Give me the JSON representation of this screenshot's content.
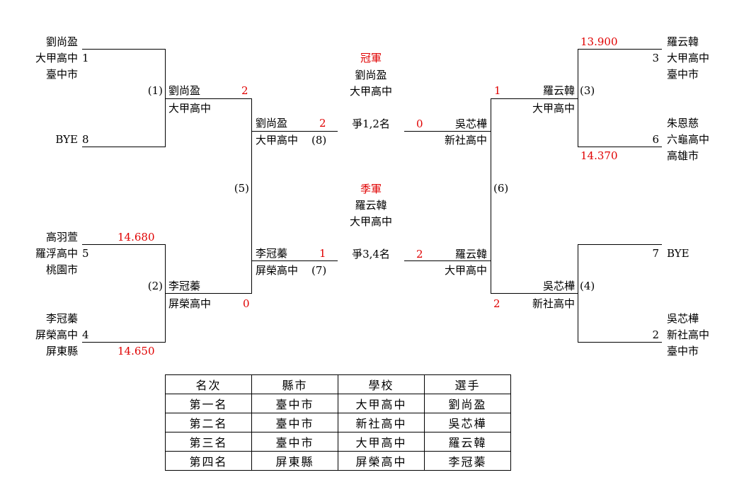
{
  "players": {
    "p1": {
      "name": "劉尚盈",
      "school": "大甲高中",
      "seed": "1",
      "city": "臺中市"
    },
    "p8": {
      "name": "BYE",
      "seed": "8"
    },
    "p5": {
      "name": "高羽萱",
      "school": "羅浮高中",
      "seed": "5",
      "city": "桃園市",
      "score": "14.680"
    },
    "p4": {
      "name": "李冠蓁",
      "school": "屏榮高中",
      "seed": "4",
      "city": "屏東縣",
      "score": "14.650"
    },
    "p3": {
      "name": "羅云韓",
      "school": "大甲高中",
      "seed": "3",
      "city": "臺中市",
      "score": "13.900"
    },
    "p6": {
      "name": "朱恩慈",
      "school": "六龜高中",
      "seed": "6",
      "city": "高雄市",
      "score": "14.370"
    },
    "p7": {
      "name": "BYE",
      "seed": "7"
    },
    "p2": {
      "name": "吳芯樺",
      "school": "新社高中",
      "seed": "2",
      "city": "臺中市"
    }
  },
  "matches": {
    "m1": {
      "label": "(1)",
      "winner": "劉尚盈",
      "school": "大甲高中",
      "score": "2"
    },
    "m2": {
      "label": "(2)",
      "winner": "李冠蓁",
      "school": "屏榮高中",
      "score": "0"
    },
    "m3": {
      "label": "(3)",
      "winner": "羅云韓",
      "school": "大甲高中",
      "score": "1"
    },
    "m4": {
      "label": "(4)",
      "winner": "吳芯樺",
      "school": "新社高中",
      "score": "2"
    },
    "m5": {
      "label": "(5)"
    },
    "m6": {
      "label": "(6)"
    },
    "m8": {
      "label": "(8)",
      "left_name": "劉尚盈",
      "left_school": "大甲高中",
      "left_score": "2",
      "right_name": "吳芯樺",
      "right_school": "新社高中",
      "right_score": "0",
      "title": "爭1,2名"
    },
    "m7": {
      "label": "(7)",
      "left_name": "李冠蓁",
      "left_school": "屏榮高中",
      "left_score": "1",
      "right_name": "羅云韓",
      "right_school": "大甲高中",
      "right_score": "2",
      "title": "爭3,4名"
    }
  },
  "champion": {
    "title": "冠軍",
    "name": "劉尚盈",
    "school": "大甲高中"
  },
  "third": {
    "title": "季軍",
    "name": "羅云韓",
    "school": "大甲高中"
  },
  "ranking": {
    "headers": [
      "名次",
      "縣市",
      "學校",
      "選手"
    ],
    "rows": [
      [
        "第一名",
        "臺中市",
        "大甲高中",
        "劉尚盈"
      ],
      [
        "第二名",
        "臺中市",
        "新社高中",
        "吳芯樺"
      ],
      [
        "第三名",
        "臺中市",
        "大甲高中",
        "羅云韓"
      ],
      [
        "第四名",
        "屏東縣",
        "屏榮高中",
        "李冠蓁"
      ]
    ]
  },
  "colors": {
    "score": "#e00000",
    "line": "#000000"
  }
}
